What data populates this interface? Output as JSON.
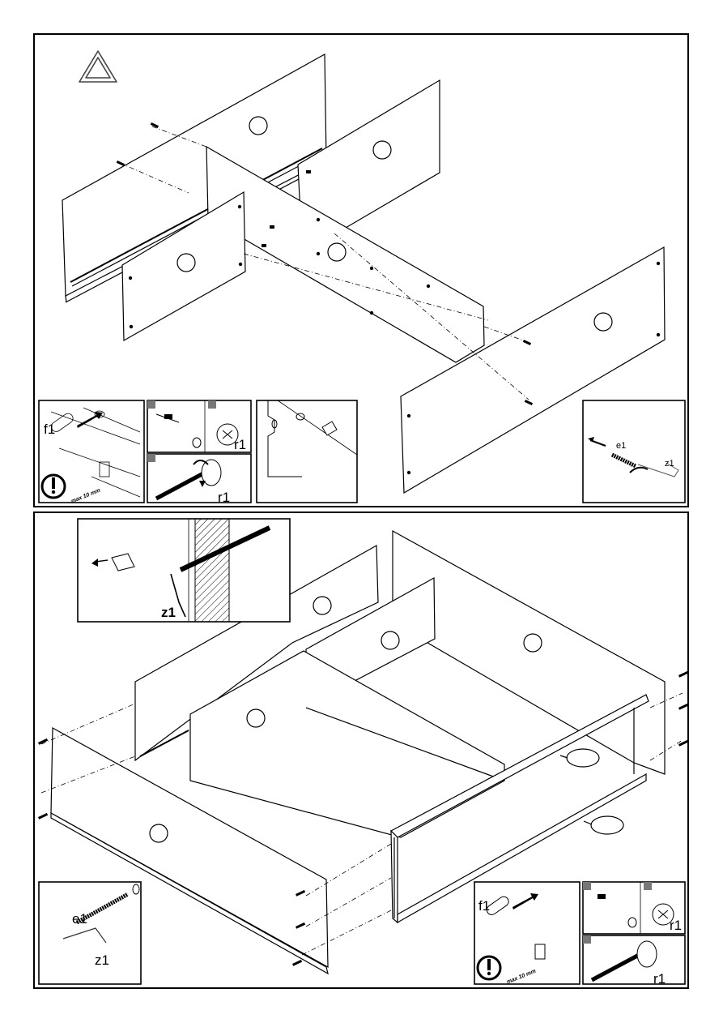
{
  "step1": {
    "insets": {
      "dowel": {
        "part_label": "f1",
        "depth_note": "max 10 mm"
      },
      "cam_lock": {
        "part_label": "r1"
      },
      "cam_turn": {
        "part_label": "r1"
      },
      "screw": {
        "part_label": "e1",
        "tool_label": "z1"
      }
    }
  },
  "step2": {
    "insets": {
      "tool_detail": {
        "tool_label": "z1"
      },
      "screw": {
        "part_label": "e1",
        "tool_label": "z1"
      },
      "dowel": {
        "part_label": "f1",
        "depth_note": "max 10 mm"
      },
      "cam_lock": {
        "part_label": "r1"
      },
      "cam_turn": {
        "part_label": "r1"
      }
    }
  }
}
